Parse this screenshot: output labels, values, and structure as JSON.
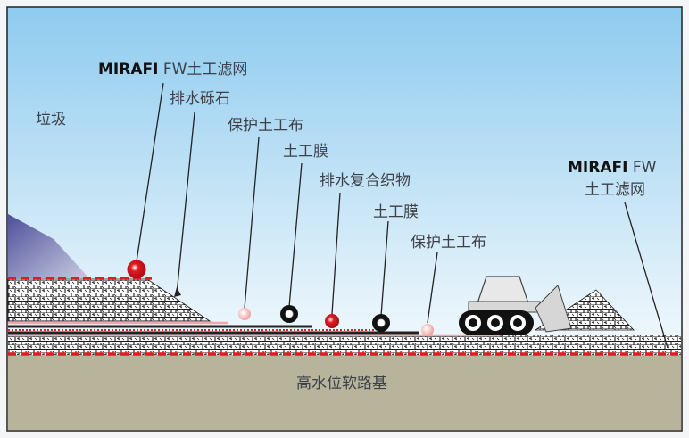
{
  "labels": {
    "landfill": "垃圾",
    "filter_top_brand": "MIRAFI",
    "filter_top_text": "FW土工滤网",
    "drain_gravel": "排水砾石",
    "protect_geotextile_1": "保护土工布",
    "geomembrane_1": "土工膜",
    "drain_composite": "排水复合织物",
    "geomembrane_2": "土工膜",
    "protect_geotextile_2": "保护土工布",
    "filter_right_brand": "MIRAFI",
    "filter_right_fw": "FW",
    "filter_right_text": "土工滤网",
    "subgrade": "高水位软路基"
  },
  "colors": {
    "sky": "#9fd1f0",
    "ground": "#b7b49b",
    "accent_red": "#e11b22",
    "membrane": "#222222",
    "geotextile_pink": "#f0a8a8"
  },
  "icons": [
    "bulldozer-icon"
  ]
}
